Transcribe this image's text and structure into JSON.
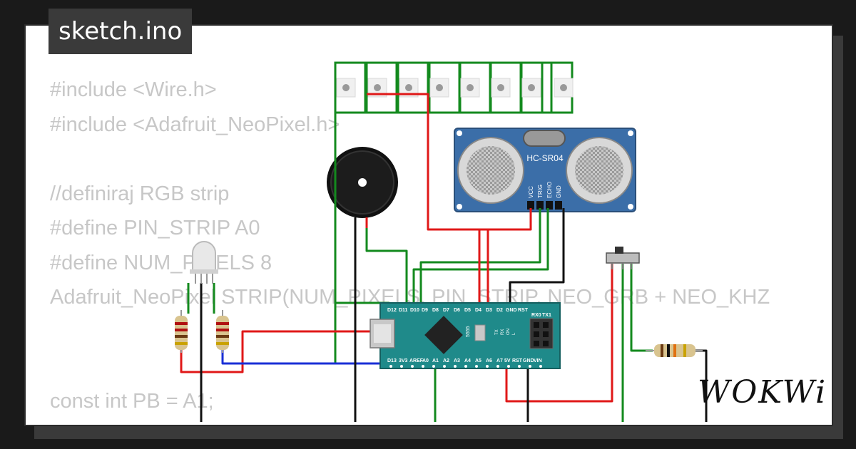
{
  "title": "sketch.ino",
  "brand": "WOKWi",
  "code_lines": [
    "#include <Wire.h>",
    "#include <Adafruit_NeoPixel.h>",
    "",
    "//definiraj RGB strip",
    "#define PIN_STRIP A0",
    "#define NUM_PIXELS 8",
    "Adafruit_NeoPixel STRIP(NUM_PIXELS, PIN_STRIP, NEO_GRB + NEO_KHZ",
    "",
    "",
    "const int PB = A1;"
  ],
  "sensor": {
    "label": "HC-SR04",
    "pins": [
      "VCC",
      "TRIG",
      "ECHO",
      "GND"
    ]
  },
  "arduino": {
    "top_pins": [
      "D12",
      "D11",
      "D10",
      "D9",
      "D8",
      "D7",
      "D6",
      "D5",
      "D4",
      "D3",
      "D2",
      "GND",
      "RST",
      "RX0",
      "TX1"
    ],
    "bottom_pins": [
      "D13",
      "3V3",
      "AREF",
      "A0",
      "A1",
      "A2",
      "A3",
      "A4",
      "A5",
      "A6",
      "A7",
      "5V",
      "RST",
      "GND",
      "VIN"
    ],
    "chip_label": "5555",
    "led_labels": [
      "TX",
      "RX",
      "ON",
      "L"
    ]
  },
  "colors": {
    "wire_green": "#138a1e",
    "wire_red": "#e01818",
    "wire_black": "#111111",
    "wire_blue": "#1a2fd6",
    "board_teal": "#1f8a8a",
    "sensor_blue": "#3b6ea8"
  }
}
